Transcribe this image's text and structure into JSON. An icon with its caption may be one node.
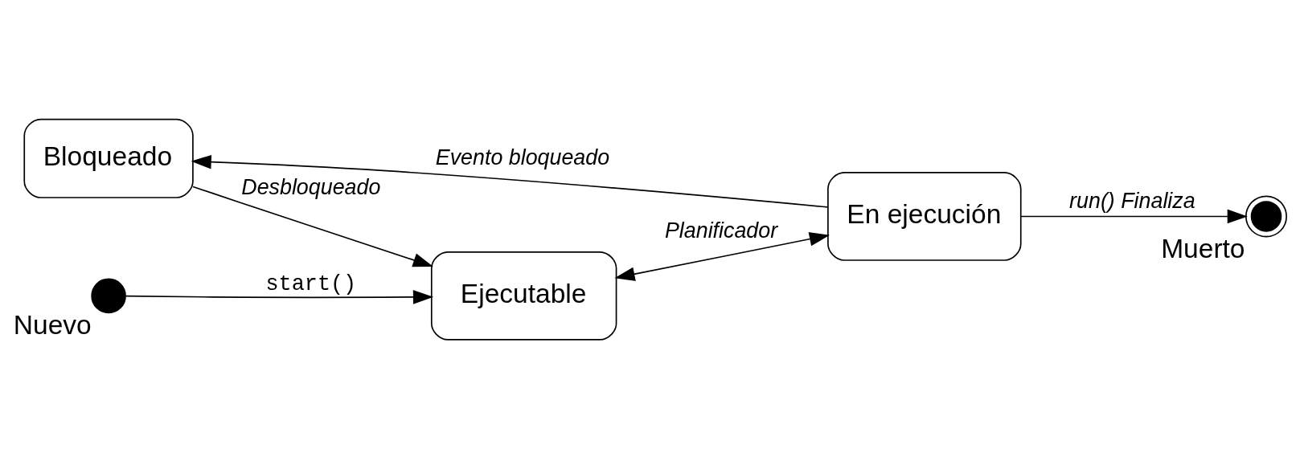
{
  "diagram": {
    "nodes": [
      {
        "text": [
          "Bloqueado"
        ]
      },
      {
        "text": [
          "Nuevo"
        ]
      },
      {
        "text": [
          "Ejecutable"
        ]
      },
      {
        "text": [
          "En ejecución"
        ]
      },
      {
        "text": [
          "Muerto"
        ]
      }
    ],
    "edges": [
      {
        "from": 1,
        "to": 2,
        "arrow": "to",
        "label": "start()"
      },
      {
        "from": 0,
        "to": 2,
        "arrow": "to",
        "label": "Desbloqueado"
      },
      {
        "from": 3,
        "to": 0,
        "arrow": "to",
        "label": "Evento bloqueado"
      },
      {
        "from": 2,
        "to": 3,
        "arrow": "both",
        "label": "Planificador"
      },
      {
        "from": 3,
        "to": 4,
        "arrow": "to",
        "label": "run() Finaliza"
      }
    ]
  }
}
